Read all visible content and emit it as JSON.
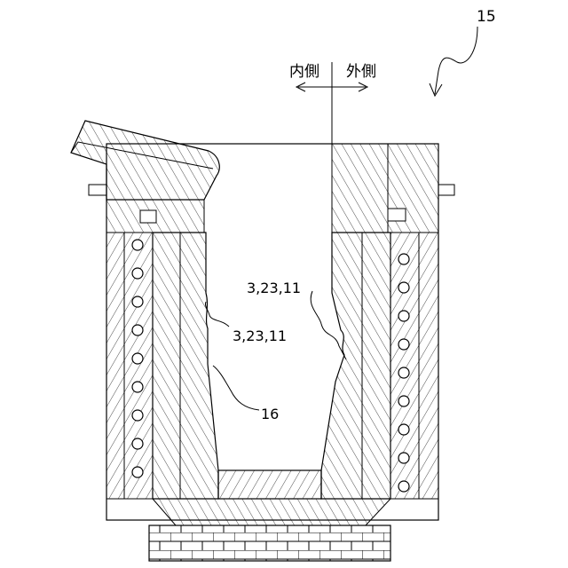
{
  "labels": {
    "figure_ref": "15",
    "inner_side": "内側",
    "outer_side": "外側",
    "ref_right_wall": "3,23,11",
    "ref_left_wall": "3,23,11",
    "ref_cavity": "16"
  },
  "colors": {
    "line": "#000000",
    "background": "#ffffff"
  },
  "coils": {
    "left_count": 9,
    "right_count": 9
  }
}
